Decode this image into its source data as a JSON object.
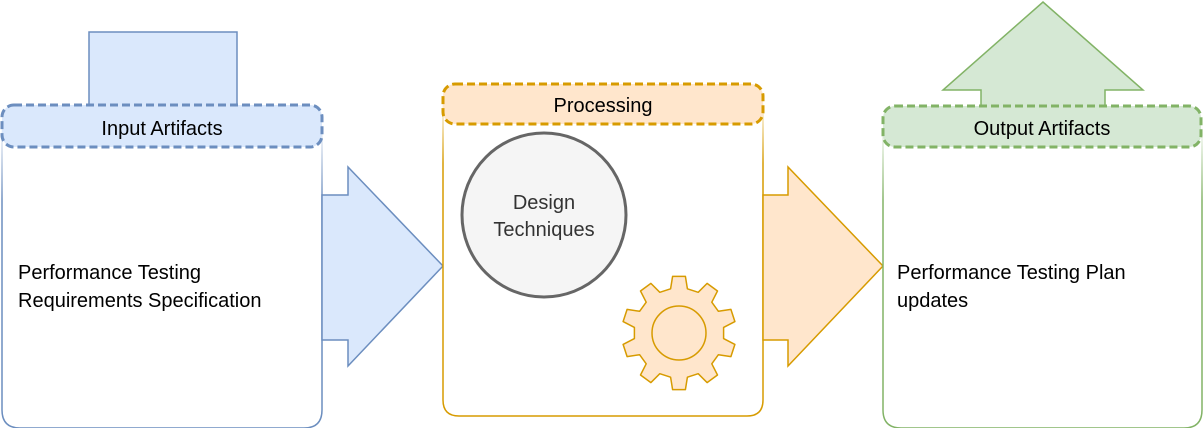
{
  "input": {
    "label": "Input Artifacts",
    "content_line1": "Performance Testing",
    "content_line2": "Requirements Specification"
  },
  "processing": {
    "label": "Processing",
    "circle_line1": "Design",
    "circle_line2": "Techniques"
  },
  "output": {
    "label": "Output Artifacts",
    "content_line1": "Performance Testing Plan",
    "content_line2": "updates"
  },
  "colors": {
    "blue_fill": "#dae8fc",
    "blue_stroke": "#6c8ebf",
    "orange_fill": "#ffe6cc",
    "orange_stroke": "#d79b00",
    "green_fill": "#d5e8d4",
    "green_stroke": "#82b366",
    "circle_fill": "#f5f5f5",
    "circle_stroke": "#666666",
    "text": "#000000"
  },
  "icons": [
    "document-tab-shape",
    "arrow-right-icon",
    "gear-icon",
    "arrow-up-icon"
  ]
}
